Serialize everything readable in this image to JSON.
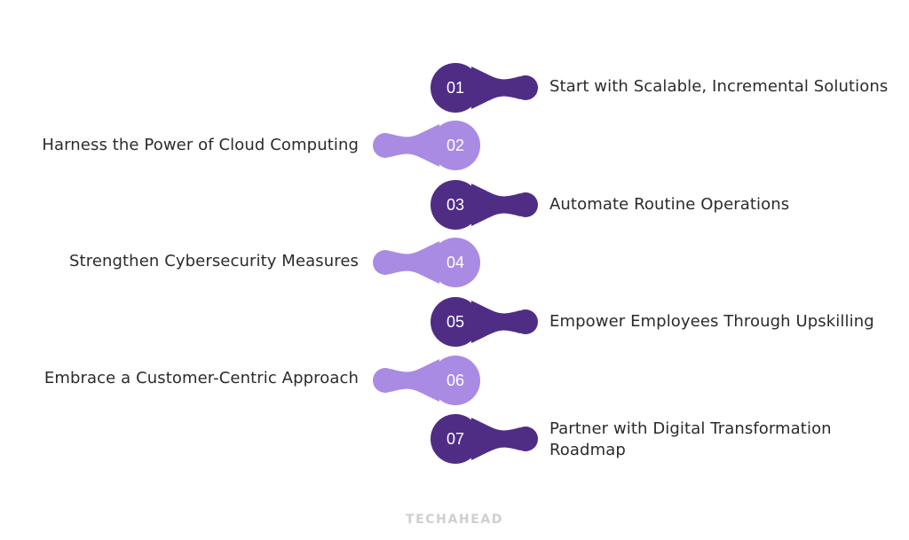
{
  "colors": {
    "dark": "#4f2d85",
    "light": "#a98be4",
    "text": "#2b2b2b",
    "watermark": "#cfcfcf",
    "background": "#ffffff"
  },
  "steps": [
    {
      "number": "01",
      "label": "Start with Scalable, Incremental Solutions",
      "side": "right",
      "tone": "dark"
    },
    {
      "number": "02",
      "label": "Harness the Power of Cloud Computing",
      "side": "left",
      "tone": "light"
    },
    {
      "number": "03",
      "label": "Automate Routine Operations",
      "side": "right",
      "tone": "dark"
    },
    {
      "number": "04",
      "label": "Strengthen Cybersecurity Measures",
      "side": "left",
      "tone": "light"
    },
    {
      "number": "05",
      "label": "Empower Employees Through Upskilling",
      "side": "right",
      "tone": "dark"
    },
    {
      "number": "06",
      "label": "Embrace a Customer-Centric Approach",
      "side": "left",
      "tone": "light"
    },
    {
      "number": "07",
      "label": "Partner with Digital Transformation Roadmap",
      "side": "right",
      "tone": "dark"
    }
  ],
  "watermark": "TECHAHEAD"
}
